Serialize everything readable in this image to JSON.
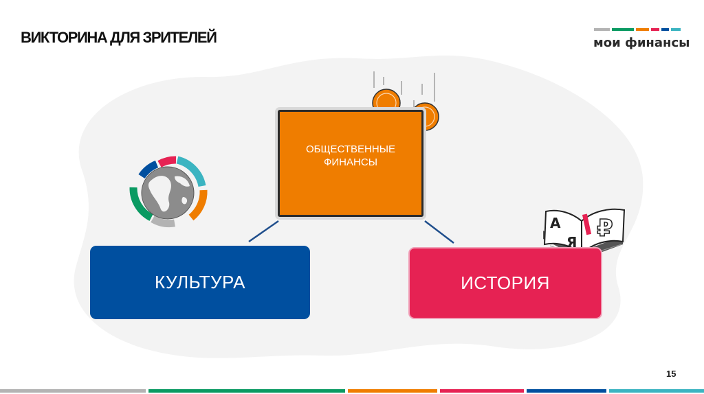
{
  "slide": {
    "title": "ВИКТОРИНА ДЛЯ ЗРИТЕЛЕЙ",
    "page_number": "15"
  },
  "logo": {
    "text": "мои финансы",
    "bar_colors": [
      "#b3b3b3",
      "#0a9a62",
      "#ef7d00",
      "#e62253",
      "#004f9f",
      "#3bb4c1"
    ]
  },
  "boxes": {
    "finance_label": "ОБЩЕСТВЕННЫЕ\nФИНАНСЫ",
    "culture_label": "КУЛЬТУРА",
    "history_label": "ИСТОРИЯ"
  },
  "book_letters": {
    "a": "А",
    "ya": "Я",
    "rouble": "₽"
  },
  "colors": {
    "orange": "#ef7d00",
    "blue": "#004f9f",
    "red": "#e62253",
    "teal": "#3bb4c1",
    "green": "#0a9a62",
    "grey": "#b3b3b3"
  },
  "icons": {
    "globe": "globe-icon",
    "coins": "falling-coins-icon",
    "book": "open-book-icon"
  }
}
